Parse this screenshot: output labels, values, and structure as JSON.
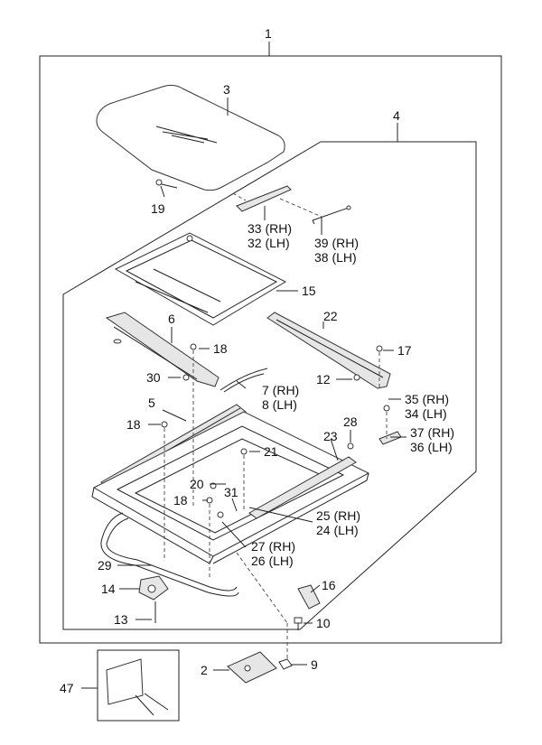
{
  "callouts": {
    "c1": "1",
    "c2": "2",
    "c3": "3",
    "c4": "4",
    "c5": "5",
    "c6": "6",
    "c7": "7 (RH)",
    "c8": "8 (LH)",
    "c9": "9",
    "c10": "10",
    "c12": "12",
    "c13": "13",
    "c14": "14",
    "c15": "15",
    "c16": "16",
    "c17": "17",
    "c18a": "18",
    "c18b": "18",
    "c18c": "18",
    "c19": "19",
    "c20": "20",
    "c21": "21",
    "c22": "22",
    "c23": "23",
    "c24": "24 (LH)",
    "c25": "25 (RH)",
    "c26": "26 (LH)",
    "c27": "27 (RH)",
    "c28": "28",
    "c29": "29",
    "c30": "30",
    "c31": "31",
    "c32": "32 (LH)",
    "c33": "33 (RH)",
    "c34": "34 (LH)",
    "c35": "35 (RH)",
    "c36": "36 (LH)",
    "c37": "37 (RH)",
    "c38": "38 (LH)",
    "c39": "39 (RH)",
    "c47": "47"
  }
}
